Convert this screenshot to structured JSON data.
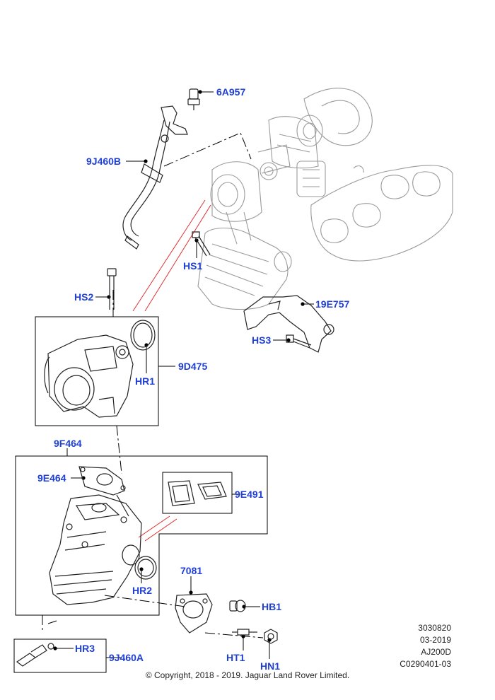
{
  "callouts": {
    "c6A957": "6A957",
    "c9J460B": "9J460B",
    "cHS1": "HS1",
    "cHS2": "HS2",
    "c19E757": "19E757",
    "cHS3": "HS3",
    "c9D475": "9D475",
    "cHR1": "HR1",
    "c9F464": "9F464",
    "c9E464": "9E464",
    "c9E491": "9E491",
    "cHR2": "HR2",
    "c7081": "7081",
    "cHB1": "HB1",
    "cHT1": "HT1",
    "cHN1": "HN1",
    "cHR3": "HR3",
    "c9J460A": "9J460A"
  },
  "meta": {
    "line1": "3030820",
    "line2": "03-2019",
    "line3": "AJ200D",
    "line4": "C0290401-03"
  },
  "copyright": "© Copyright, 2018 - 2019. Jaguar Land Rover Limited.",
  "colors": {
    "callout": "#1f3fd6",
    "leader": "#000000",
    "red_guide": "#e02020",
    "part_outline": "#222222",
    "background_part": "#9a9a9a"
  }
}
